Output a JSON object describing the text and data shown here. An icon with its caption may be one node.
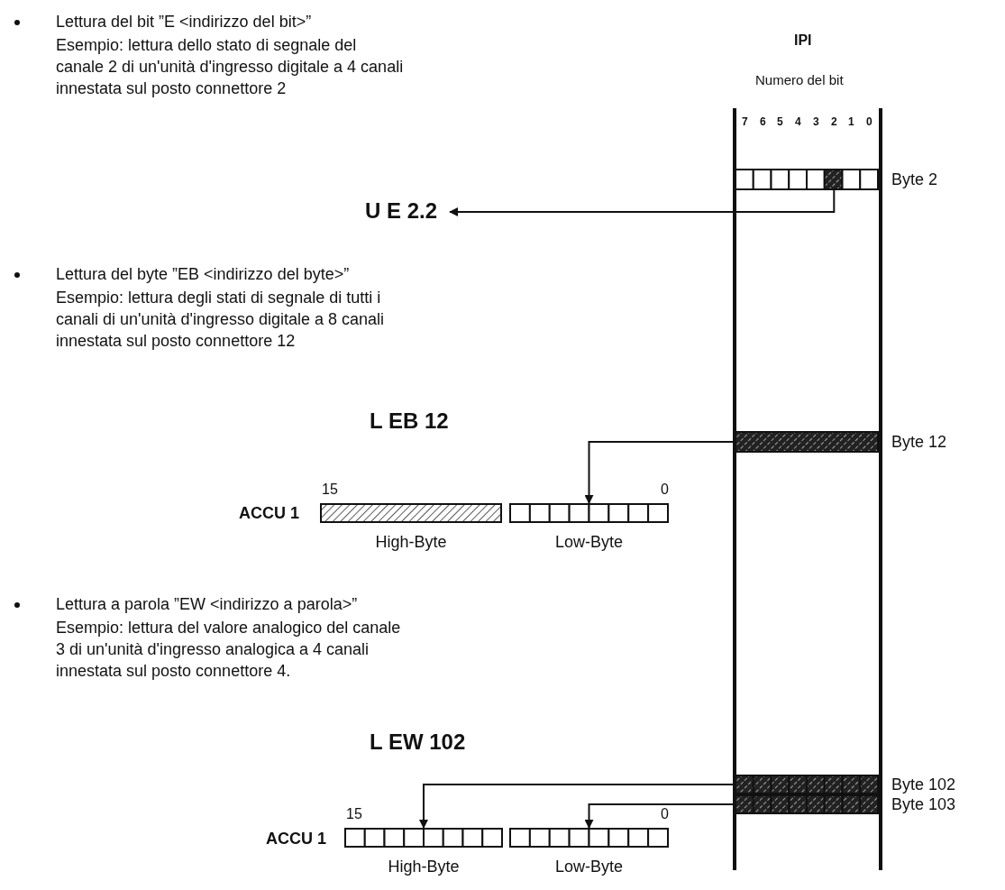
{
  "diagram": {
    "nodes": [
      {
        "text": [
          "IPI",
          "Numero del bit"
        ]
      },
      {
        "text": [
          "Byte 2"
        ],
        "in": 0
      },
      {
        "text": [
          "U E 2.2"
        ]
      },
      {
        "text": [
          "Byte 12"
        ],
        "in": 0
      },
      {
        "text": [
          "ACCU 1"
        ]
      },
      {
        "text": [],
        "shape": "box",
        "in": 4,
        "beside": [
          "15",
          "High-Byte"
        ]
      },
      {
        "text": [],
        "shape": "box",
        "in": 4,
        "beside": [
          "0",
          "Low-Byte"
        ]
      },
      {
        "text": [
          "Byte 102"
        ],
        "in": 0
      },
      {
        "text": [
          "Byte 103"
        ],
        "in": 0
      },
      {
        "text": [
          "ACCU 1"
        ]
      },
      {
        "text": [],
        "shape": "box",
        "in": 9,
        "beside": [
          "15",
          "High-Byte"
        ]
      },
      {
        "text": [],
        "shape": "box",
        "in": 9,
        "beside": [
          "0",
          "Low-Byte"
        ]
      }
    ],
    "edges": [
      {
        "from": 1,
        "to": 2,
        "arrow": "to"
      },
      {
        "from": 3,
        "to": 6,
        "arrow": "to"
      },
      {
        "from": 7,
        "to": 10,
        "arrow": "to"
      },
      {
        "from": 8,
        "to": 11,
        "arrow": "to"
      }
    ],
    "labels": [
      "Lettura del bit ”E <indirizzo del bit>”",
      "Esempio: lettura dello stato di segnale del canale 2 di un'unità d'ingresso digitale a 4 canali innestata sul posto connettore 2",
      "7",
      "6",
      "5",
      "4",
      "3",
      "2",
      "1",
      "0",
      "Lettura del byte ”EB <indirizzo del byte>”",
      "Esempio: lettura degli stati di segnale di tutti i canali di un'unità d'ingresso digitale a 8 canali innestata sul posto connettore 12",
      "L EB 12",
      "Lettura a parola ”EW <indirizzo a parola>”",
      "Esempio: lettura del valore analogico del canale 3 di un'unità d'ingresso analogica a 4 canali innestata sul posto connettore 4.",
      "L EW 102"
    ]
  }
}
